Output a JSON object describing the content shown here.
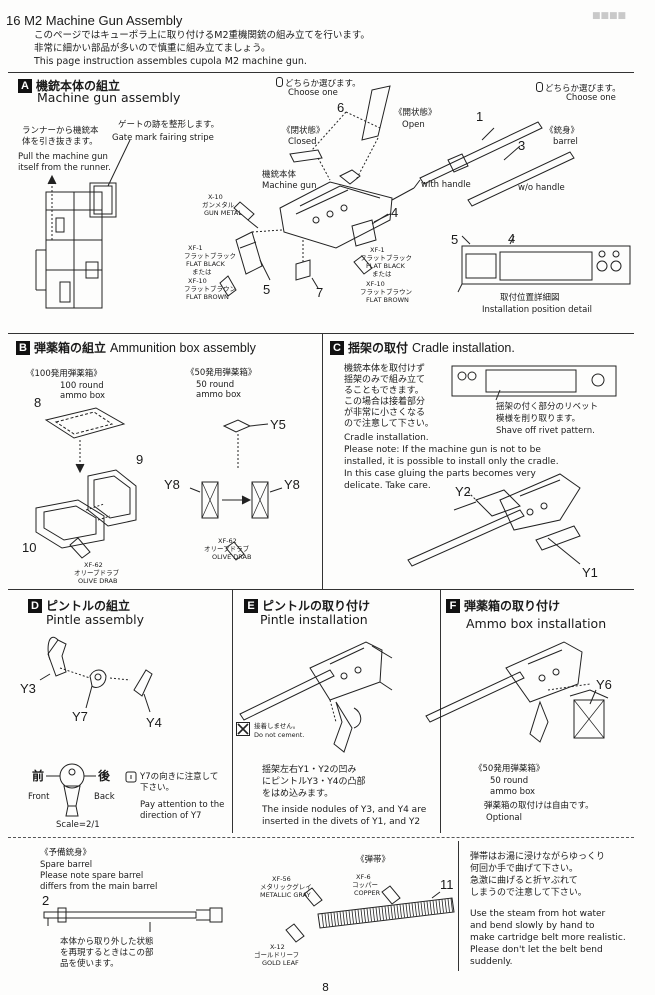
{
  "header": {
    "page_number": "16",
    "title": "M2 Machine Gun Assembly",
    "note_jp_1": "このページではキューポラ上に取り付けるM2重機関銃の組み立てを行います。",
    "note_jp_2": "非常に細かい部品が多いので慎重に組み立てましょう。",
    "note_en": "This page instruction assembles cupola M2 machine gun."
  },
  "section_a": {
    "letter": "A",
    "title_jp": "機銃本体の組立",
    "title_en": "Machine gun assembly",
    "runner_jp_1": "ランナーから機銃本",
    "runner_jp_2": "体を引き抜きます。",
    "runner_en_1": "Pull the machine gun",
    "runner_en_2": "itself from the runner.",
    "gate_jp": "ゲートの跡を整形します。",
    "gate_en": "Gate mark fairing stripe",
    "choose1_jp": "どちらか選びます。",
    "choose1_en": "Choose one",
    "choose2_jp": "どちらか選びます。",
    "choose2_en": "Choose one",
    "closed_jp": "《閉状態》",
    "closed_en": "Closed",
    "open_jp": "《開状態》",
    "open_en": "Open",
    "barrel_jp": "《銃身》",
    "barrel_en": "barrel",
    "mg_jp": "機銃本体",
    "mg_en": "Machine gun",
    "with_handle": "with handle",
    "wo_handle": "w/o handle",
    "paint_x10_code": "X-10",
    "paint_x10_jp": "ガンメタル",
    "paint_x10_en": "GUN METAL",
    "paint_xf1_code": "XF-1",
    "paint_xf1_jp": "フラットブラック",
    "paint_xf1_en": "FLAT BLACK",
    "or_jp": "または",
    "paint_xf10_code": "XF-10",
    "paint_xf10_jp": "フラットブラウン",
    "paint_xf10_en": "FLAT BROWN",
    "detail_jp": "取付位置詳細図",
    "detail_en": "Installation position detail",
    "n1": "1",
    "n3": "3",
    "n4": "4",
    "n4b": "4",
    "n5": "5",
    "n5b": "5",
    "n6": "6",
    "n7": "7"
  },
  "section_b": {
    "letter": "B",
    "title_jp": "弾薬箱の組立",
    "title_en": "Ammunition box assembly",
    "box100_jp": "《100発用弾薬箱》",
    "box100_en_1": "100 round",
    "box100_en_2": "ammo box",
    "box50_jp": "《50発用弾薬箱》",
    "box50_en_1": "50 round",
    "box50_en_2": "ammo box",
    "paint_code": "XF-62",
    "paint_jp": "オリーブドラブ",
    "paint_en": "OLIVE DRAB",
    "n8": "8",
    "n9": "9",
    "n10": "10",
    "y5": "Y5",
    "y8a": "Y8",
    "y8b": "Y8"
  },
  "section_c": {
    "letter": "C",
    "title_jp": "揺架の取付",
    "title_en": "Cradle installation.",
    "jp_1": "機銃本体を取付けず",
    "jp_2": "揺架のみで組み立て",
    "jp_3": "ることもできます。",
    "jp_4": "この場合は接着部分",
    "jp_5": "が非常に小さくなる",
    "jp_6": "ので注意して下さい。",
    "en_1": "Cradle installation.",
    "en_2": "Please note: If the machine gun is not to be",
    "en_3": "installed, it is possible to install only the cradle.",
    "en_4": "In this case gluing the parts becomes very",
    "en_5": "delicate. Take care.",
    "rivet_jp_1": "揺架の付く部分のリベット",
    "rivet_jp_2": "模様を削り取ります。",
    "rivet_en": "Shave off rivet pattern.",
    "y1": "Y1",
    "y2": "Y2"
  },
  "section_d": {
    "letter": "D",
    "title_jp": "ピントルの組立",
    "title_en": "Pintle assembly",
    "y3": "Y3",
    "y7": "Y7",
    "y4": "Y4",
    "front_jp": "前",
    "front_en": "Front",
    "back_jp": "後",
    "back_en": "Back",
    "attn_jp": "Y7の向きに注意して",
    "attn_jp_2": "下さい。",
    "attn_en_1": "Pay attention to the",
    "attn_en_2": "direction of Y7",
    "scale": "Scale=2/1"
  },
  "section_e": {
    "letter": "E",
    "title_jp": "ピントルの取り付け",
    "title_en": "Pintle installation",
    "no_cement_jp": "接着しません。",
    "no_cement_en": "Do not cement.",
    "jp_1": "揺架左右Y1・Y2の凹み",
    "jp_2": "にピントルY3・Y4の凸部",
    "jp_3": "をはめ込みます。",
    "en_1": "The inside nodules of Y3, and Y4 are",
    "en_2": "inserted in the divets of Y1, and Y2"
  },
  "section_f": {
    "letter": "F",
    "title_jp": "弾薬箱の取り付け",
    "title_en": "Ammo box installation",
    "y6": "Y6",
    "box50_jp": "《50発用弾薬箱》",
    "box50_en_1": "50 round",
    "box50_en_2": "ammo box",
    "optional_jp": "弾薬箱の取付けは自由です。",
    "optional_en": "Optional"
  },
  "section_g": {
    "spare_jp": "《予備銃身》",
    "spare_en_1": "Spare barrel",
    "spare_en_2": "Please note spare barrel",
    "spare_en_3": "differs from the main barrel",
    "n2": "2",
    "spare_note_jp_1": "本体から取り外した状態",
    "spare_note_jp_2": "を再現するときはこの部",
    "spare_note_jp_3": "品を使います。",
    "belt_jp": "《弾帯》",
    "n11": "11",
    "paint_xf56_code": "XF-56",
    "paint_xf56_jp": "メタリックグレイ",
    "paint_xf56_en": "METALLIC GRAY",
    "paint_xf6_code": "XF-6",
    "paint_xf6_jp": "コッパー",
    "paint_xf6_en": "COPPER",
    "paint_x12_code": "X-12",
    "paint_x12_jp": "ゴールドリーフ",
    "paint_x12_en": "GOLD LEAF",
    "belt_jp_1": "弾帯はお湯に浸けながらゆっくり",
    "belt_jp_2": "何回か手で曲げて下さい。",
    "belt_jp_3": "急激に曲げると折ヤぶれて",
    "belt_jp_4": "しまうので注意して下さい。",
    "belt_en_1": "Use the steam from hot water",
    "belt_en_2": "and bend slowly by hand to",
    "belt_en_3": "make cartridge belt more realistic.",
    "belt_en_4": "Please don't let the belt bend",
    "belt_en_5": "suddenly."
  },
  "footer": {
    "page": "8"
  }
}
